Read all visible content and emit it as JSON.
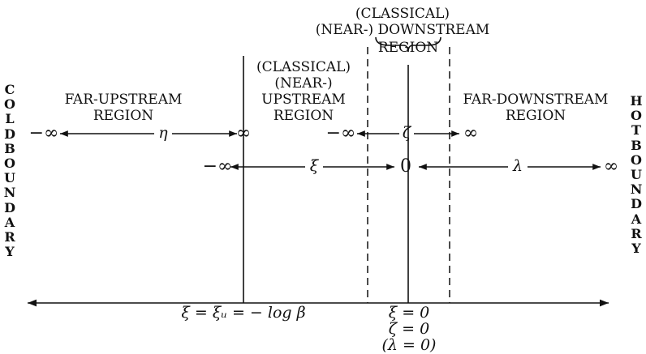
{
  "side_labels": {
    "left": "COLD BOUNDARY",
    "right": "HOT BOUNDARY"
  },
  "regions": {
    "far_upstream": [
      "FAR-UPSTREAM",
      "REGION"
    ],
    "near_upstream": [
      "(CLASSICAL)",
      "(NEAR-)",
      "UPSTREAM",
      "REGION"
    ],
    "near_downstream": [
      "(CLASSICAL)",
      "(NEAR-) DOWNSTREAM",
      "REGION"
    ],
    "far_downstream": [
      "FAR-DOWNSTREAM",
      "REGION"
    ]
  },
  "coordinates": {
    "eta": {
      "var": "η",
      "left": "−∞",
      "right": "∞"
    },
    "zeta": {
      "var": "ζ",
      "left": "−∞",
      "right": "∞"
    },
    "xi": {
      "var": "ξ",
      "left": "−∞",
      "right": "0"
    },
    "lambda": {
      "var": "λ",
      "right": "∞"
    }
  },
  "axis_labels": {
    "upstream": "ξ = ξᵤ = − log β",
    "downstream": [
      "ξ = 0",
      "ζ = 0",
      "(λ = 0)"
    ]
  },
  "colors": {
    "ink": "#111111",
    "background": "#ffffff"
  }
}
